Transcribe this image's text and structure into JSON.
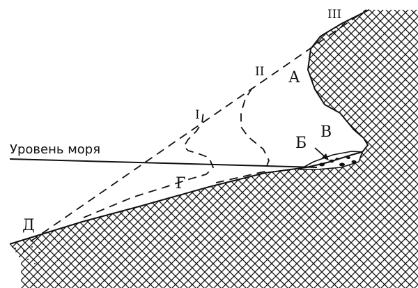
{
  "sea_level": {
    "label": "Уровень моря"
  },
  "stages": {
    "i": "I",
    "ii": "II",
    "iii": "III"
  },
  "features": {
    "a": "А",
    "b": "Б",
    "v": "В",
    "g": "Г",
    "d": "Д"
  }
}
